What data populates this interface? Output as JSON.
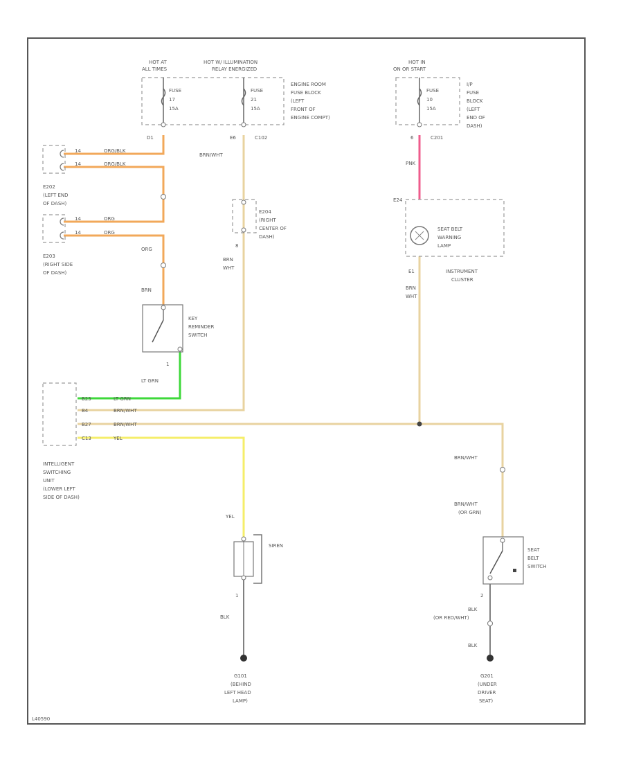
{
  "colors": {
    "orange": "#f2a85a",
    "tan": "#e8d3a0",
    "pink": "#ef5c8c",
    "green": "#3ed83a",
    "yellow": "#f5ee6a",
    "black": "#555555"
  },
  "fuse_blocks": {
    "engine_room": {
      "hot1": "HOT AT",
      "hot1b": "ALL TIMES",
      "hot2": "HOT W/ ILLUMINATION",
      "hot2b": "RELAY ENERGIZED",
      "fuse1_l1": "FUSE",
      "fuse1_l2": "17",
      "fuse1_l3": "15A",
      "fuse2_l1": "FUSE",
      "fuse2_l2": "21",
      "fuse2_l3": "15A",
      "label": [
        "ENGINE ROOM",
        "FUSE BLOCK",
        "(LEFT",
        "FRONT OF",
        "ENGINE COMPT)"
      ],
      "pin1": "D1",
      "pin2": "E6",
      "conn": "C102"
    },
    "ip": {
      "hot": "HOT IN",
      "hotb": "ON OR START",
      "fuse_l1": "FUSE",
      "fuse_l2": "10",
      "fuse_l3": "15A",
      "label": [
        "I/P",
        "FUSE",
        "BLOCK",
        "(LEFT",
        "END OF",
        "DASH)"
      ],
      "pin": "6",
      "conn": "C201"
    }
  },
  "connectors": {
    "e202": {
      "label": [
        "E202",
        "(LEFT END",
        "OF DASH)"
      ],
      "pin_a": "14",
      "pin_b": "14",
      "wire_a": "ORG/BLK",
      "wire_b": "ORG/BLK"
    },
    "e203": {
      "label": [
        "E203",
        "(RIGHT SIDE",
        "OF DASH)"
      ],
      "pin_a": "14",
      "pin_b": "14",
      "wire_a": "ORG",
      "wire_b": "ORG"
    },
    "e204": {
      "label": [
        "E204",
        "(RIGHT",
        "CENTER OF",
        "DASH)"
      ],
      "pin": "8"
    }
  },
  "wires": {
    "org": "ORG",
    "brn_top": "BRN",
    "brn_wht_top": "BRN/WHT",
    "brn_wht_e204a": "BRN",
    "brn_wht_e204b": "WHT",
    "pnk": "PNK",
    "cluster_pin_top": "E24",
    "cluster_pin_bot": "E1",
    "brn_wht_cluster_a": "BRN",
    "brn_wht_cluster_b": "WHT",
    "lt_grn": "LT GRN",
    "key_pin": "1",
    "yel": "YEL",
    "siren_pin": "1",
    "blk_siren": "BLK",
    "brn_wht_right": "BRN/WHT",
    "brn_wht_orgrn_a": "BRN/WHT",
    "brn_wht_orgrn_b": "(OR GRN)",
    "seat_pin": "2",
    "blk_red_a": "BLK",
    "blk_red_b": "(OR RED/WHT)",
    "blk_ground": "BLK"
  },
  "isu": {
    "label": [
      "INTELLIGENT",
      "SWITCHING",
      "UNIT",
      "(LOWER LEFT",
      "SIDE OF DASH)"
    ],
    "rows": [
      {
        "pin": "B23",
        "wire": "LT GRN"
      },
      {
        "pin": "B4",
        "wire": "BRN/WHT"
      },
      {
        "pin": "B27",
        "wire": "BRN/WHT"
      },
      {
        "pin": "C13",
        "wire": "YEL"
      }
    ]
  },
  "components": {
    "key_switch": [
      "KEY",
      "REMINDER",
      "SWITCH"
    ],
    "seat_lamp": [
      "SEAT BELT",
      "WARNING",
      "LAMP"
    ],
    "cluster": [
      "INSTRUMENT",
      "CLUSTER"
    ],
    "siren": "SIREN",
    "seat_switch": [
      "SEAT",
      "BELT",
      "SWITCH"
    ]
  },
  "grounds": {
    "g101": [
      "G101",
      "(BEHIND",
      "LEFT HEAD",
      "LAMP)"
    ],
    "g201": [
      "G201",
      "(UNDER",
      "DRIVER",
      "SEAT)"
    ]
  },
  "footer": "L40590"
}
